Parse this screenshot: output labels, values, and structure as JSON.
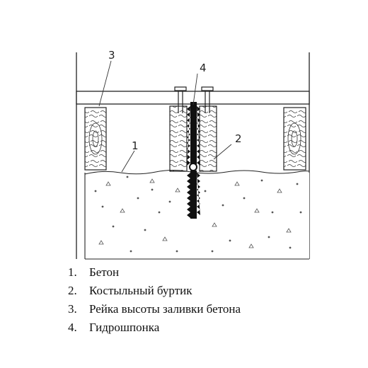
{
  "callouts": [
    {
      "number": "1"
    },
    {
      "number": "2"
    },
    {
      "number": "3"
    },
    {
      "number": "4"
    }
  ],
  "legend": [
    {
      "number": "1.",
      "text": "Бетон"
    },
    {
      "number": "2.",
      "text": "Костыльный буртик"
    },
    {
      "number": "3.",
      "text": "Рейка высоты заливки бетона"
    },
    {
      "number": "4.",
      "text": "Гидрошпонка"
    }
  ]
}
